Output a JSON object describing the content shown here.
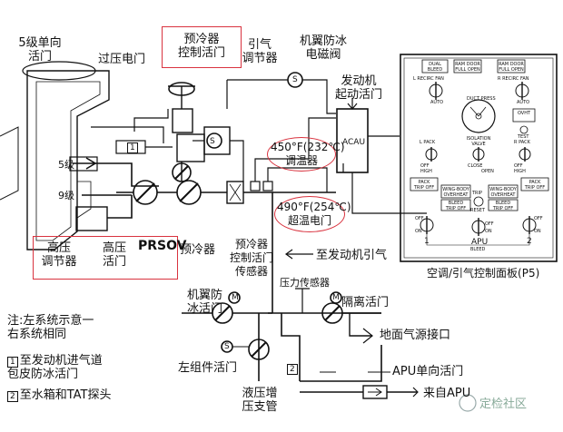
{
  "labels": {
    "stage5_valve": "5级单向\n活门",
    "overpressure_solenoid": "过压电门",
    "precooler_control_valve": "预冷器\n控制活门",
    "bleed_regulator": "引气\n调节器",
    "wing_ai_solenoid": "机翼防冰\n电磁阀",
    "engine_start_valve": "发动机\n起动活门",
    "acau": "ACAU",
    "stage5": "5级",
    "stage9": "9级",
    "temp_450": "450°F(232℃)\n调温器",
    "temp_490": "490°F(254℃)\n超温电门",
    "hp_regulator": "高压\n调节器",
    "hp_valve": "高压\n活门",
    "prsov": "PRSOV",
    "precooler": "预冷器",
    "precooler_sensor": "预冷器\n控制活门\n传感器",
    "to_engine_bleed": "至发动机引气",
    "pressure_sensor": "压力传感器",
    "wing_ai_valve": "机翼防\n冰活门",
    "isolation_valve": "隔离活门",
    "ground_air_conn": "地面气源接口",
    "left_pack_valve": "左组件活门",
    "apu_check_valve": "APU单向活门",
    "manifold": "液压增\n压支管",
    "from_apu": "来自APU",
    "panel_caption": "空调/引气控制面板(P5)",
    "marker_1": "1",
    "marker_2": "2",
    "marker_s": "S",
    "marker_m": "M",
    "watermark": "定检社区"
  },
  "notes": {
    "title": "注:左系统示意一\n右系统相同",
    "note1_marker": "1",
    "note1": "至发动机进气道\n包皮防冰活门",
    "note2_marker": "2",
    "note2": "至水箱和TAT探头"
  },
  "panel": {
    "btn_dual": "DUAL\nBLEED",
    "btn_ram_l": "RAM DOOR\nFULL OPEN",
    "btn_ram_r": "RAM DOOR\nFULL OPEN",
    "l_recirc": "L RECIRC FAN",
    "r_recirc": "R RECIRC FAN",
    "off": "OFF",
    "auto": "AUTO",
    "high": "HIGH",
    "on": "ON",
    "open": "OPEN",
    "close": "CLOSE",
    "ovht": "OVHT",
    "test": "TEST",
    "duct_press": "DUCT PRESS",
    "l_pack": "L PACK",
    "r_pack": "R PACK",
    "isolation": "ISOLATION\nVALVE",
    "trip": "TRIP",
    "reset": "RESET",
    "pack_trip_l": "PACK\nTRIP OFF",
    "pack_trip_r": "PACK\nTRIP OFF",
    "wing_body_l": "WING-BODY\nOVERHEAT",
    "wing_body_r": "WING-BODY\nOVERHEAT",
    "bleed_trip_l": "BLEED\nTRIP OFF",
    "bleed_trip_r": "BLEED\nTRIP OFF",
    "apu": "APU",
    "bleed": "BLEED",
    "one": "1",
    "two": "2"
  }
}
